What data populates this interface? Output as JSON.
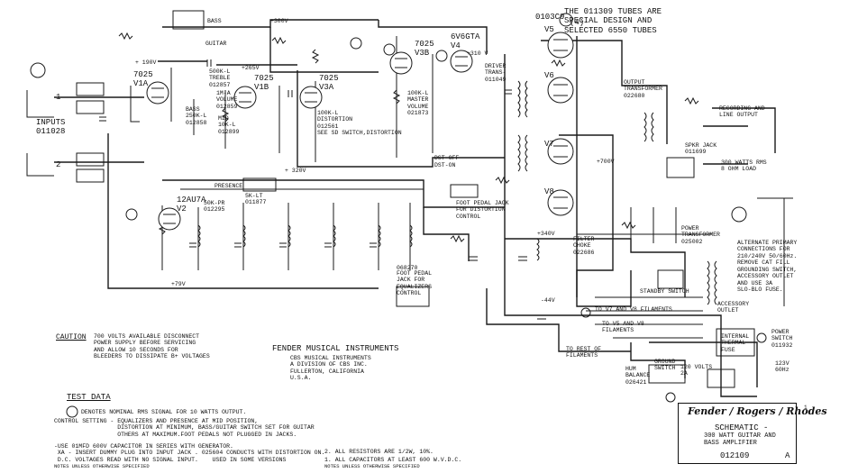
{
  "header": {
    "tube_note": "THE 011309 TUBES ARE\nSPECIAL DESIGN AND\nSELECTED 6550 TUBES",
    "tube_part": "0103C9",
    "tube_qty": "(4)"
  },
  "tubes": {
    "v1": "7025\nV1A",
    "v1b": "7025\nV1B",
    "v3a": "7025\nV3A",
    "v3b": "7025\nV3B",
    "v4": "6V6GTA\nV4",
    "v2": "12AU7A\nV2",
    "v5": "V5",
    "v6": "V6",
    "v7": "V7",
    "v8": "V8"
  },
  "labels": {
    "inputs": "INPUTS\n011028",
    "input1": "1",
    "input2": "2",
    "bass_sw": "BASS",
    "guitar": "GUITAR",
    "treble": "500K-L\nTREBLE\n012857",
    "volume": "1M-A\nVOLUME\n012859",
    "bass_pot": "BASS\n250K-L\n012858",
    "mid": "MID\n10K-L\n012899",
    "distortion": "100K-L\nDISTORTION\n012561\nSEE SD SWITCH,DISTORTION",
    "master": "100K-L\nMASTER\nVOLUME\n021873",
    "presence": "PRESENCE",
    "presence_pot": "50K-PR\n012295",
    "sk_lt": "5K-LT\n011877",
    "dst_off": "DST-OFF",
    "dst_on": "DST-ON",
    "driver": "DRIVER\nTRANS-\n011049",
    "output": "OUTPUT\nTRANSFORMER\n022680",
    "recording": "RECORDING AND\nLINE OUTPUT",
    "spkr": "SPKR JACK\n011699",
    "watts": "300 WATTS RMS\n8 OHM LOAD",
    "foot_dist": "FOOT PEDAL JACK\nFOR DISTORTION\nCONTROL",
    "foot_eq": "FOOT PEDAL\nJACK FOR\nEQUALIZERS\nCONTROL",
    "jack_part": "068270",
    "filter_choke": "FILTER\nCHOKE\n022686",
    "standby": "STANDBY SWITCH",
    "power_tx": "POWER\nTRANSFORMER\n025002",
    "alt_primary": "ALTERNATE PRIMARY\nCONNECTIONS FOR\n210/240V 50/60Hz.\nREMOVE CAT FILL\nGROUNDING SWITCH,\nACCESSORY OUTLET\nAND USE 3A\nSLO-BLO FUSE.",
    "accessory": "ACCESSORY\nOUTLET",
    "thermal": "INTERNAL\nTHERMAL\nFUSE",
    "power_switch": "POWER\nSWITCH\n011932",
    "fuse": "120 VOLTS\n2A",
    "line": "123V\n60Hz",
    "to_v5v8": "TO V5 AND V8\nFILAMENTS",
    "to_v7v8": "TO V7 AND V8 FILAMENTS",
    "to_rest": "TO REST OF\nFILAMENTS",
    "hum": "HUM\nBALANCE\n026421",
    "ground": "GROUND\nSWITCH",
    "v_300": "+300V",
    "v_310": "+310 V",
    "v_265": "+265V",
    "v_190": "+ 190V",
    "v_320": "+ 320V",
    "v_340": "+340V",
    "v_700": "+700V",
    "v_79": "+79V",
    "v_44": "-44V"
  },
  "caution": {
    "title": "CAUTION",
    "text": "700 VOLTS AVAILABLE DISCONNECT\nPOWER SUPPLY BEFORE SERVICING\nAND ALLOW 10 SECONDS FOR\nBLEEDERS TO DISSIPATE B+ VOLTAGES"
  },
  "company": {
    "name": "FENDER MUSICAL INSTRUMENTS",
    "details": "CBS MUSICAL INSTRUMENTS\nA DIVISION OF CBS INC.\nFULLERTON, CALIFORNIA\nU.S.A."
  },
  "test_data": {
    "title": "TEST DATA",
    "line1": "DENOTES NOMINAL RMS SIGNAL FOR 10 WATTS OUTPUT.",
    "line2": "CONTROL SETTING - EQUALIZERS AND PRESENCE AT MID POSITION,\n                  DISTORTION AT MINIMUM, BASS/GUITAR SWITCH SET FOR GUITAR\n                  OTHERS AT MAXIMUM.FOOT PEDALS NOT PLUGGED IN JACKS.",
    "line3": "-USE 01MFD 600V CAPACITOR IN SERIES WITH GENERATOR.\n XA - INSERT DUMMY PLUG INTO INPUT JACK . 025604 CONDUCTS WITH DISTORTION ON.\n D.C. VOLTAGES READ WITH NO SIGNAL INPUT.    USED IN SOME VERSIONS",
    "notes": "NOTES UNLESS OTHERWISE SPECIFIED"
  },
  "notes": {
    "n1": "2. ALL RESISTORS ARE 1/2W, 10%.",
    "n2": "1. ALL CAPACITORS AT LEAST 600 W.V.D.C.",
    "footer": "NOTES UNLESS OTHERWISE SPECIFIED"
  },
  "title_block": {
    "logo": "Fender / Rogers / Rhodes",
    "schematic": "SCHEMATIC -",
    "model": "300 WATT GUITAR AND\nBASS AMPLIFIER",
    "number": "012109",
    "rev": "A",
    "sheet": "1"
  }
}
